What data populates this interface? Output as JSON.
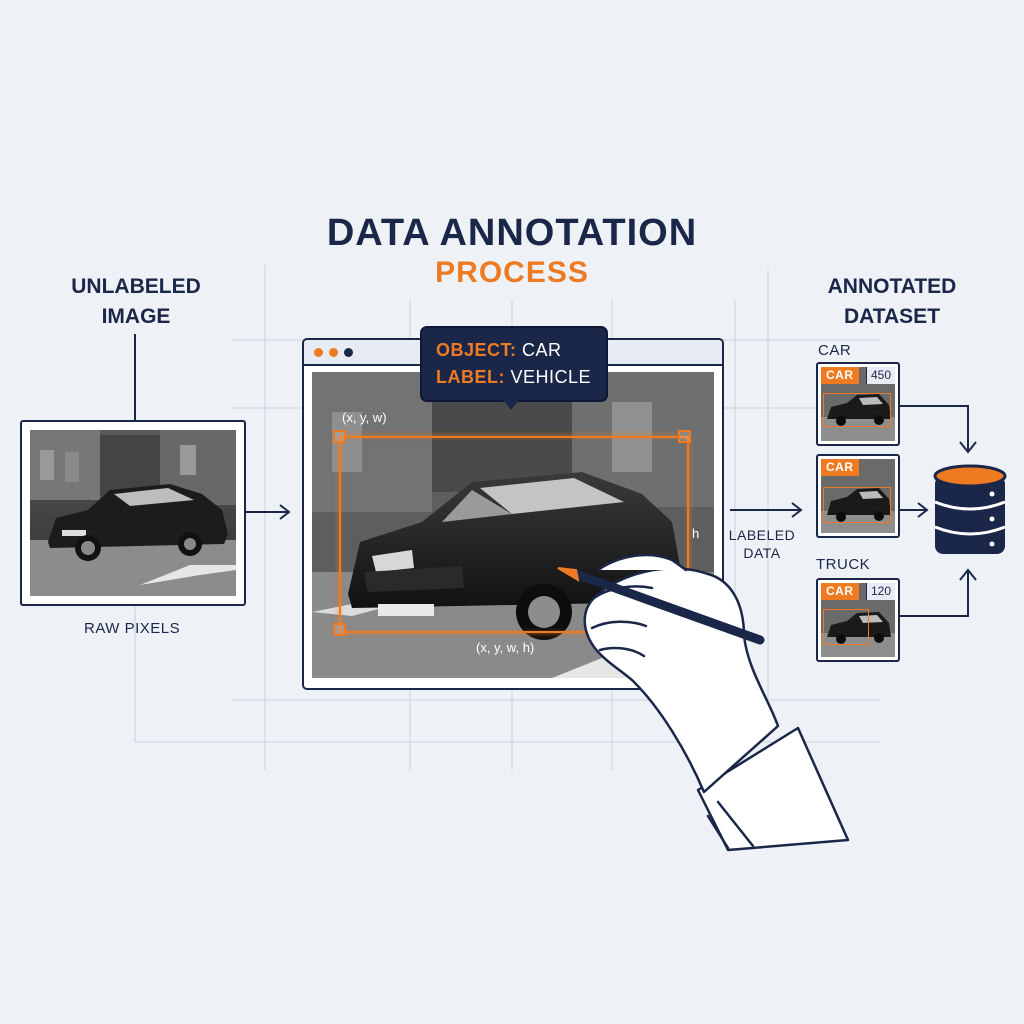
{
  "title": {
    "main": "DATA ANNOTATION",
    "sub": "PROCESS"
  },
  "left": {
    "heading_line1": "UNLABELED",
    "heading_line2": "IMAGE",
    "caption": "RAW PIXELS"
  },
  "center": {
    "callout": {
      "object_key": "OBJECT:",
      "object_value": "CAR",
      "label_key": "LABEL:",
      "label_value": "VEHICLE"
    },
    "coord_top": "(x, y, w)",
    "coord_bottom": "(x, y, w, h)",
    "coord_side": "h"
  },
  "middle_right": {
    "line1": "LABELED",
    "line2": "DATA"
  },
  "right": {
    "heading_line1": "ANNOTATED",
    "heading_line2": "DATASET",
    "samples": [
      {
        "class_label": "CAR",
        "tag": "CAR",
        "count": "450"
      },
      {
        "class_label": "",
        "tag": "CAR",
        "count": ""
      },
      {
        "class_label": "TRUCK",
        "tag": "CAR",
        "count": "120"
      }
    ]
  },
  "colors": {
    "navy": "#1b2749",
    "orange": "#ee7a22",
    "background": "#eef1f6"
  },
  "icons": {
    "database": "database-icon",
    "hand": "hand-stylus-icon"
  }
}
